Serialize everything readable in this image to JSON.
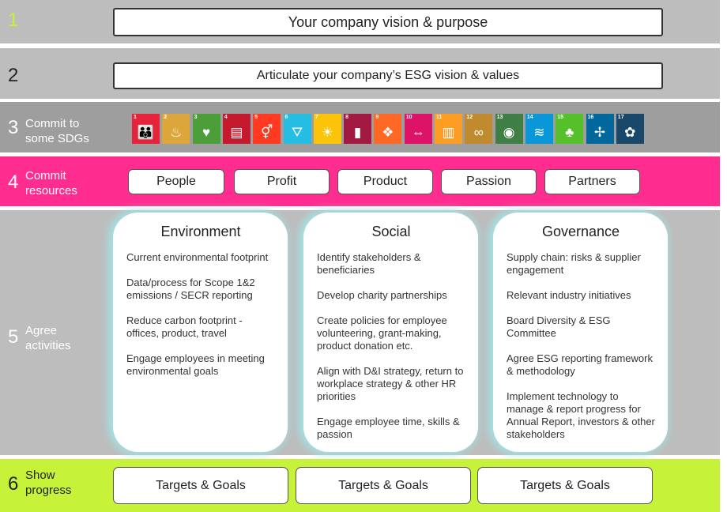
{
  "colors": {
    "band_grey": "#bdbdbd",
    "band_sdg": "#9e9e9e",
    "band_pink": "#ff2d8f",
    "band_lime": "#c6f23a",
    "number_1": "#c6f23a"
  },
  "rows": [
    {
      "number": "1",
      "label": ""
    },
    {
      "number": "2",
      "label": ""
    },
    {
      "number": "3",
      "label": "Commit to some SDGs"
    },
    {
      "number": "4",
      "label": "Commit resources"
    },
    {
      "number": "5",
      "label": "Agree activities"
    },
    {
      "number": "6",
      "label": "Show progress"
    }
  ],
  "vision_box": "Your company vision & purpose",
  "values_box": "Articulate your company’s ESG vision & values",
  "sdgs": [
    {
      "n": "1",
      "color": "#e5243b",
      "icon": "people-icon",
      "glyph": "👪"
    },
    {
      "n": "2",
      "color": "#dda63a",
      "icon": "bowl-icon",
      "glyph": "♨"
    },
    {
      "n": "3",
      "color": "#4c9f38",
      "icon": "heartbeat-icon",
      "glyph": "♥"
    },
    {
      "n": "4",
      "color": "#c5192d",
      "icon": "book-icon",
      "glyph": "▤"
    },
    {
      "n": "5",
      "color": "#ff3a21",
      "icon": "gender-icon",
      "glyph": "⚥"
    },
    {
      "n": "6",
      "color": "#26bde2",
      "icon": "water-icon",
      "glyph": "⛛"
    },
    {
      "n": "7",
      "color": "#fcc30b",
      "icon": "sun-icon",
      "glyph": "☀"
    },
    {
      "n": "8",
      "color": "#a21942",
      "icon": "growth-icon",
      "glyph": "▮"
    },
    {
      "n": "9",
      "color": "#fd6925",
      "icon": "cubes-icon",
      "glyph": "❖"
    },
    {
      "n": "10",
      "color": "#dd1367",
      "icon": "equality-icon",
      "glyph": "⇔"
    },
    {
      "n": "11",
      "color": "#fd9d24",
      "icon": "city-icon",
      "glyph": "▥"
    },
    {
      "n": "12",
      "color": "#bf8b2e",
      "icon": "infinity-icon",
      "glyph": "∞"
    },
    {
      "n": "13",
      "color": "#3f7e44",
      "icon": "eye-icon",
      "glyph": "◉"
    },
    {
      "n": "14",
      "color": "#0a97d9",
      "icon": "fish-icon",
      "glyph": "≋"
    },
    {
      "n": "15",
      "color": "#56c02b",
      "icon": "tree-icon",
      "glyph": "♣"
    },
    {
      "n": "16",
      "color": "#00689d",
      "icon": "dove-icon",
      "glyph": "✢"
    },
    {
      "n": "17",
      "color": "#19486a",
      "icon": "flower-icon",
      "glyph": "✿"
    }
  ],
  "resources": [
    "People",
    "Profit",
    "Product",
    "Passion",
    "Partners"
  ],
  "columns": [
    {
      "title": "Environment",
      "items": [
        "Current environmental footprint",
        "Data/process for Scope 1&2 emissions / SECR reporting",
        "Reduce carbon footprint - offices, product, travel",
        "Engage employees in meeting environmental goals"
      ]
    },
    {
      "title": "Social",
      "items": [
        "Identify stakeholders & beneficiaries",
        "Develop charity partnerships",
        "Create policies for employee volunteering, grant-making, product donation etc.",
        "Align with D&I strategy, return to workplace strategy & other HR priorities",
        "Engage employee time, skills & passion"
      ]
    },
    {
      "title": "Governance",
      "items": [
        "Supply chain: risks & supplier engagement",
        "Relevant industry initiatives",
        "Board Diversity & ESG Committee",
        "Agree ESG reporting framework & methodology",
        "Implement technology to manage & report progress for Annual Report, investors & other stakeholders"
      ]
    }
  ],
  "targets": [
    "Targets & Goals",
    "Targets & Goals",
    "Targets & Goals"
  ]
}
